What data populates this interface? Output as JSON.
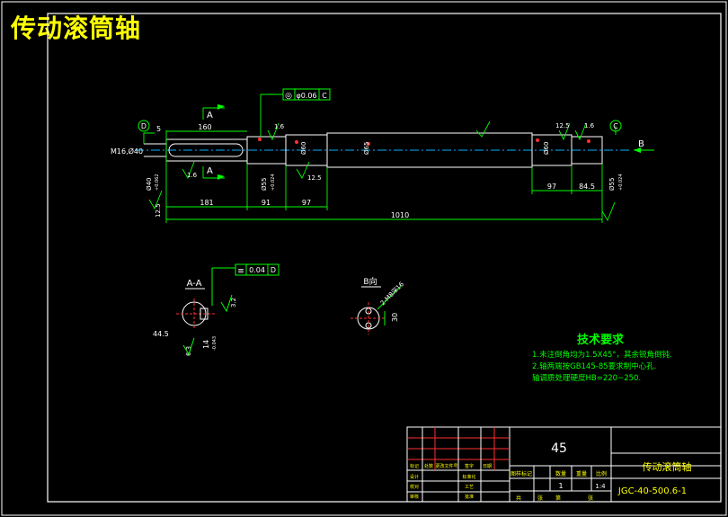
{
  "drawing_title": "传动滚筒轴",
  "colors": {
    "background": "#000000",
    "frame": "#ffffff",
    "geometry": "#ffffff",
    "dimension": "#00ff00",
    "centerline": "#00b0ff",
    "marker": "#ff3030",
    "title_text": "#ffff00"
  },
  "datum_labels": {
    "D": "D",
    "C": "C",
    "B": "B",
    "A": "A"
  },
  "tolerance_frames": {
    "coaxiality": {
      "symbol": "◎",
      "value": "φ0.06",
      "datum": "C"
    },
    "symmetry": {
      "symbol": "≡",
      "value": "0.04",
      "datum": "D"
    }
  },
  "dimensions": {
    "keyway_length": "160",
    "thread": "M16,Ø40",
    "left_end_dia": "Ø40",
    "left_end_tol": "+0.062",
    "bearing_dia_left": "Ø55",
    "bearing_tol_left": "+0.024",
    "bearing_dia_right": "Ø55",
    "bearing_tol_right": "+0.024",
    "shoulder_dia_1": "Ø60",
    "body_dia": "Ø65",
    "shoulder_dia_2": "Ø60",
    "len_181": "181",
    "len_91": "91",
    "len_97_left": "97",
    "total_length": "1010",
    "len_97_right": "97",
    "len_84_5": "84.5",
    "small_5": "5"
  },
  "roughness": {
    "r_1_6_a": "1.6",
    "r_1_6_b": "1.6",
    "r_12_5_a": "12.5",
    "r_12_5_b": "12.5",
    "r_12_5_c": "12.5",
    "r_1_6_c": "1.6",
    "r_3_2": "3.2",
    "r_6_3": "6.3"
  },
  "section_aa": {
    "label": "A-A",
    "dim_44_5": "44.5",
    "dim_14": "14",
    "dim_14_tol": "-0.043",
    "roughness": "3.2"
  },
  "view_b": {
    "label": "B向",
    "holes": "2-M8深16",
    "dim_30": "30"
  },
  "tech_requirements": {
    "heading": "技术要求",
    "lines": [
      "1.未注倒角均为1.5X45°，其余锐角倒钝.",
      "2.轴两端按GB145-85要求制中心孔.",
      "  轴调质处理硬度HB=220~250."
    ]
  },
  "title_block": {
    "material": "45",
    "part_name": "传动滚筒轴",
    "drawing_no": "JGC-40-500.6-1",
    "scale": "1:4",
    "quantity": "1",
    "header_cells": [
      "图样标记",
      "数量",
      "重量",
      "比例"
    ],
    "sheet_text": [
      "共",
      "张",
      "第",
      "张"
    ],
    "left_labels": [
      "标记",
      "处数",
      "更改文件号",
      "签字",
      "日期"
    ],
    "sign_labels": [
      "设计",
      "校对",
      "审核",
      "工艺",
      "标准化",
      "批准"
    ]
  }
}
